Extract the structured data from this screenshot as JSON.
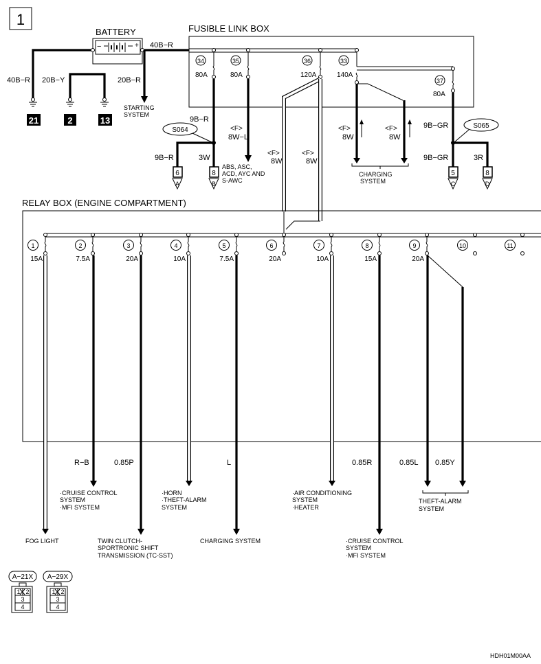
{
  "page_number": "1",
  "battery": {
    "title": "BATTERY",
    "minus": "−",
    "plus": "+"
  },
  "fusible_link_box": {
    "title": "FUSIBLE LINK BOX",
    "links": [
      {
        "number": "34",
        "rating": "80A"
      },
      {
        "number": "35",
        "rating": "80A"
      },
      {
        "number": "36",
        "rating": "120A"
      },
      {
        "number": "33",
        "rating": "140A"
      },
      {
        "number": "37",
        "rating": "80A"
      }
    ]
  },
  "wire_labels": {
    "battery_main": "40B−R",
    "ground_left": "40B−R",
    "ground_mid": "20B−Y",
    "starter": "20B−R",
    "link34_out": "9B−R",
    "s064_left": "9B−R",
    "s064_right": "3W",
    "link35_f": "<F>",
    "link35_out": "8W−L",
    "link36_f_a": "<F>",
    "link36_a": "8W",
    "link36_f_b": "<F>",
    "link36_b": "8W",
    "link33_f_a": "<F>",
    "link33_a": "8W",
    "link33_f_b": "<F>",
    "link33_b": "8W",
    "link37_out": "9B−GR",
    "s065_left": "9B−GR",
    "s065_right": "3R"
  },
  "splices": {
    "left": "S064",
    "right": "S065"
  },
  "grounds": [
    "21",
    "2",
    "13"
  ],
  "connectors_top": [
    {
      "pin": "6",
      "letter": "A"
    },
    {
      "pin": "8",
      "letter": "B"
    },
    {
      "pin": "5",
      "letter": "C"
    },
    {
      "pin": "8",
      "letter": "D"
    }
  ],
  "systems_top": {
    "starting": [
      "STARTING",
      "SYSTEM"
    ],
    "abs": [
      "ABS, ASC,",
      "ACD, AYC AND",
      "S-AWC"
    ],
    "charging": [
      "CHARGING",
      "SYSTEM"
    ]
  },
  "relay_box": {
    "title": "RELAY BOX (ENGINE COMPARTMENT)",
    "fuses": [
      {
        "number": "1",
        "rating": "15A"
      },
      {
        "number": "2",
        "rating": "7.5A"
      },
      {
        "number": "3",
        "rating": "20A"
      },
      {
        "number": "4",
        "rating": "10A"
      },
      {
        "number": "5",
        "rating": "7.5A"
      },
      {
        "number": "6",
        "rating": "20A"
      },
      {
        "number": "7",
        "rating": "10A"
      },
      {
        "number": "8",
        "rating": "15A"
      },
      {
        "number": "9",
        "rating": "20A"
      },
      {
        "number": "10",
        "rating": ""
      },
      {
        "number": "11",
        "rating": ""
      }
    ]
  },
  "output_wires": {
    "f2": "R−B",
    "f3": "0.85P",
    "f5": "L",
    "f8": "0.85R",
    "f9a": "0.85L",
    "f9b": "0.85Y"
  },
  "destinations": {
    "fog": [
      "FOG LIGHT"
    ],
    "cruise1": [
      "·CRUISE CONTROL",
      "  SYSTEM",
      "·MFI SYSTEM"
    ],
    "tcsst": [
      "TWIN CLUTCH-",
      "SPORTRONIC SHIFT",
      "TRANSMISSION (TC-SST)"
    ],
    "horn": [
      "·HORN",
      "·THEFT-ALARM",
      "  SYSTEM"
    ],
    "charging": [
      "CHARGING SYSTEM"
    ],
    "aircon": [
      "·AIR CONDITIONING",
      "  SYSTEM",
      "·HEATER"
    ],
    "cruise2": [
      "·CRUISE CONTROL",
      "  SYSTEM",
      "·MFI SYSTEM"
    ],
    "theft": [
      "THEFT-ALARM",
      "SYSTEM"
    ]
  },
  "connector_refs": [
    {
      "name": "A−21X",
      "pins": [
        "1",
        "2",
        "3",
        "4"
      ]
    },
    {
      "name": "A−29X",
      "pins": [
        "1",
        "2",
        "3",
        "4"
      ]
    }
  ],
  "figure_code": "HDH01M00AA",
  "colors": {
    "ink": "#000000",
    "paper": "#ffffff"
  }
}
